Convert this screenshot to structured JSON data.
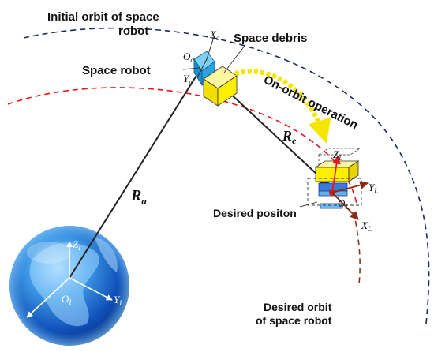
{
  "labels": {
    "initial_orbit_line1": "Initial orbit of space",
    "initial_orbit_line2": "robot",
    "space_debris": "Space debris",
    "space_robot": "Space robot",
    "on_orbit_operation": "On-orbit operation",
    "desired_position": "Desired positon",
    "desired_orbit_line1": "Desired orbit",
    "desired_orbit_line2": "of space robot"
  },
  "vectors": {
    "ra_main": "R",
    "ra_sub": "a",
    "re_main": "R",
    "re_sub": "e"
  },
  "axes": {
    "xa_main": "X",
    "xa_sub": "a",
    "ya_main": "Y",
    "ya_sub": "a",
    "oa_main": "O",
    "oa_sub": "a",
    "zl_main": "Z",
    "zl_sub": "L",
    "yl_main": "Y",
    "yl_sub": "L",
    "xl_main": "X",
    "xl_sub": "L",
    "ol_main": "O",
    "ol_sub": "L",
    "zi_main": "Z",
    "zi_sub": "I",
    "yi_main": "Y",
    "yi_sub": "I",
    "xi_main": "X",
    "xi_sub": "I",
    "oi_main": "O",
    "oi_sub": "I"
  },
  "colors": {
    "initial_orbit": "#1b2a5a",
    "desired_orbit_red": "#e8151b",
    "desired_orbit_brown": "#7a3a1a",
    "robot": "#2aa3e0",
    "debris": "#ffee00",
    "operation_arrow": "#f5e600",
    "frame_l_axes": "#8b2a14"
  }
}
